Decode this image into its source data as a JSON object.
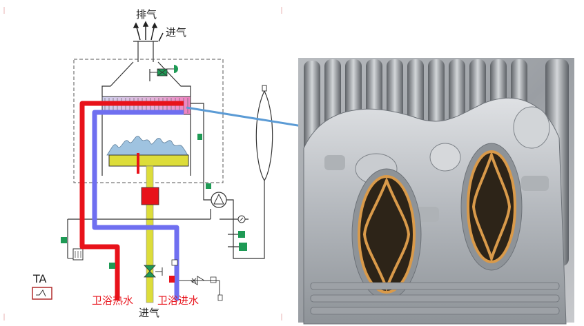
{
  "labels": {
    "exhaust": "排气",
    "air_intake_top": "进气",
    "air_intake_bottom": "进气",
    "hot_water_out": "卫浴热水",
    "cold_water_in": "卫浴进水",
    "ta": "TA"
  },
  "colors": {
    "hot_pipe": "#e8121a",
    "cold_pipe": "#6f6ff0",
    "gas_pipe": "#dddd3a",
    "valve_green": "#1e9a55",
    "arrow_blue": "#5b9bd5",
    "flame_blue": "#8fb8d8",
    "heat_pink": "#e8a0c8"
  },
  "icons": [
    "exhaust-arrow-icon",
    "fan-icon",
    "pump-icon",
    "gauge-icon",
    "valve-icon",
    "thermostat-icon"
  ]
}
